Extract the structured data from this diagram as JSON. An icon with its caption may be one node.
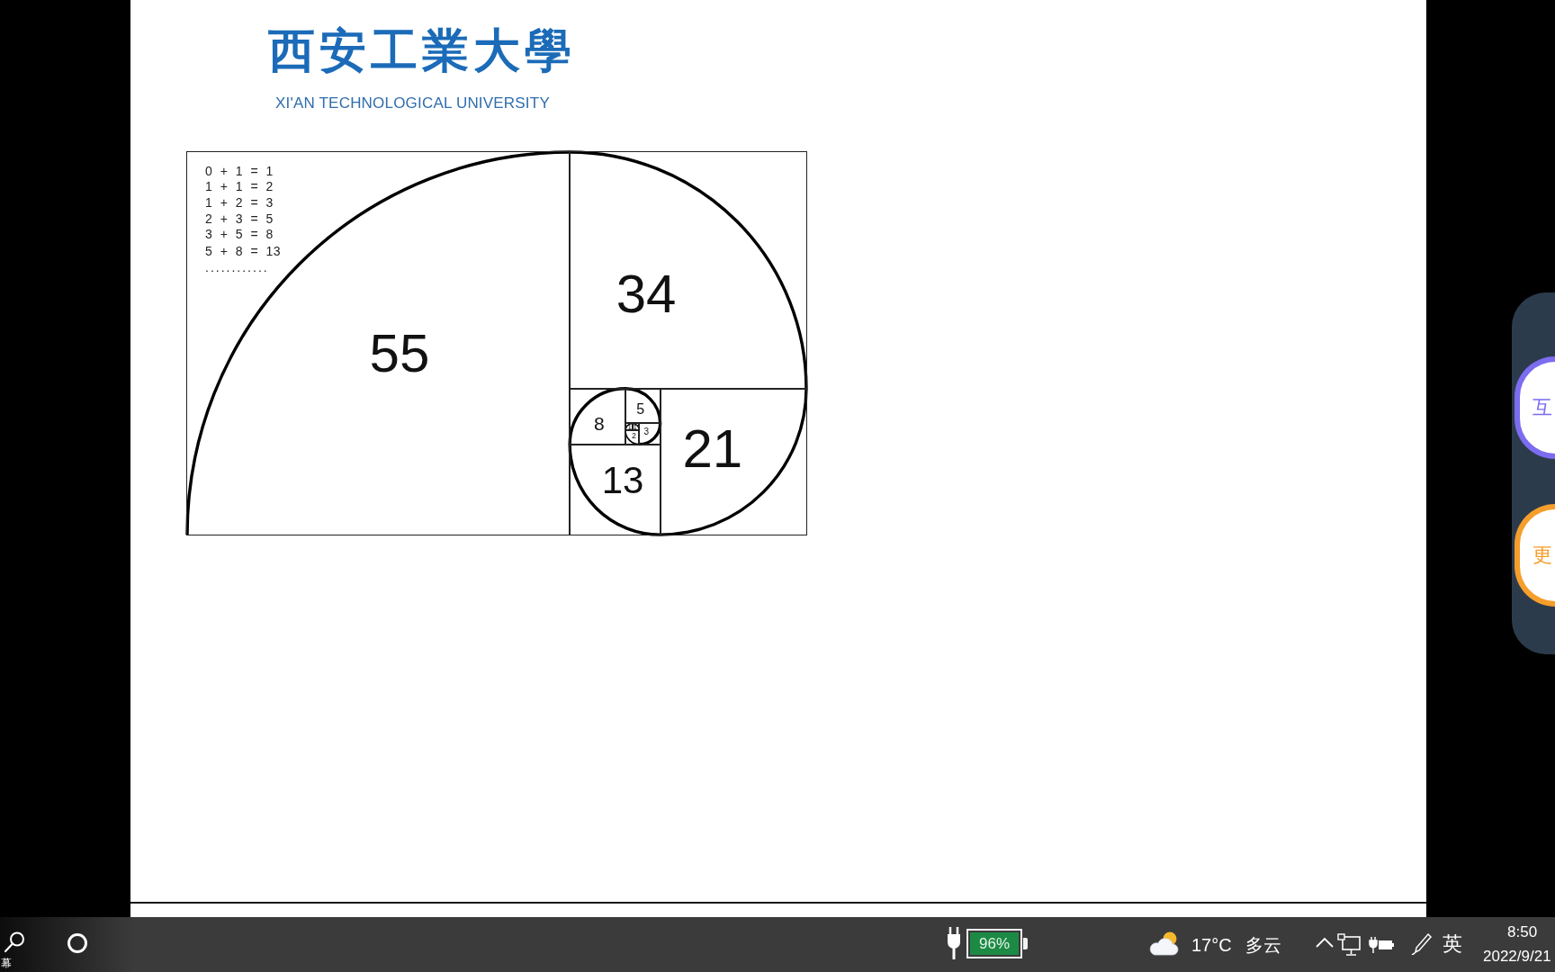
{
  "diagram": {
    "nodes": [
      {
        "text": [
          "55"
        ]
      },
      {
        "text": [
          "34"
        ]
      },
      {
        "text": [
          "21"
        ]
      },
      {
        "text": [
          "13"
        ]
      },
      {
        "text": [
          "8"
        ]
      },
      {
        "text": [
          "5"
        ]
      },
      {
        "text": [
          "3"
        ]
      },
      {
        "text": [
          "2"
        ]
      },
      {
        "text": [
          "1"
        ]
      },
      {
        "text": [
          "1"
        ]
      }
    ],
    "labels": [
      "西安工業大學",
      "XI'AN TECHNOLOGICAL UNIVERSITY",
      "0 + 1 = 1",
      "1 + 1 = 2",
      "1 + 2 = 3",
      "2 + 3 = 5",
      "3 + 5 = 8",
      "5 + 8 = 13",
      "............",
      "互",
      "更",
      "幕",
      "96%",
      "17°C",
      "多云",
      "英",
      "8:50",
      "2022/9/21"
    ]
  }
}
